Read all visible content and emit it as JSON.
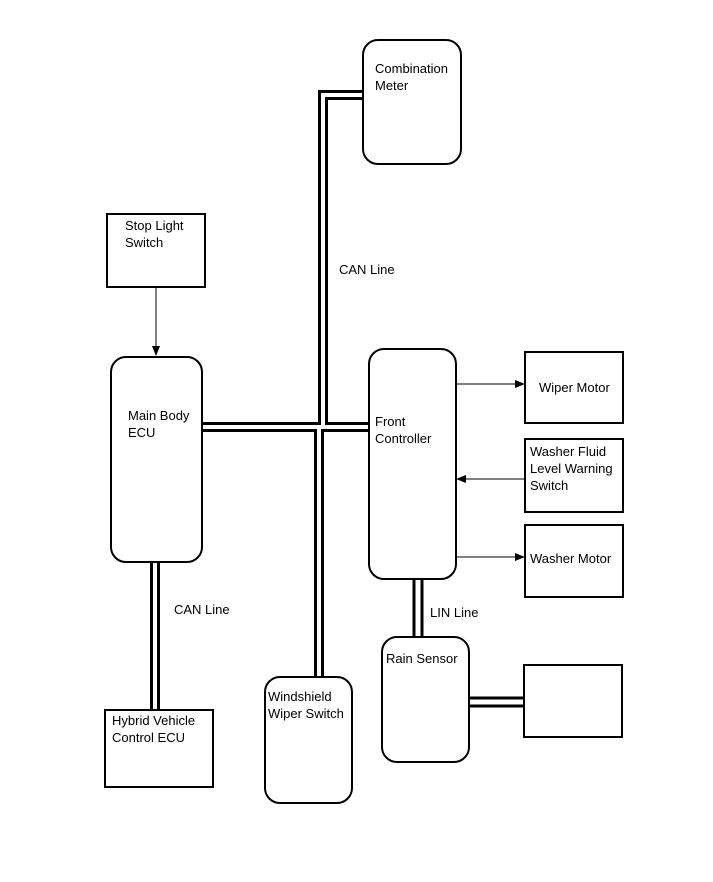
{
  "nodes": {
    "combination_meter": "Combination\nMeter",
    "stop_light_switch": "Stop Light\nSwitch",
    "main_body_ecu": "Main Body\nECU",
    "front_controller": "Front\nController",
    "wiper_motor": "Wiper Motor",
    "washer_fluid_switch": "Washer Fluid\nLevel Warning\nSwitch",
    "washer_motor": "Washer Motor",
    "rain_sensor": "Rain Sensor",
    "hybrid_vehicle_ecu": "Hybrid Vehicle\nControl ECU",
    "windshield_wiper_switch": "Windshield\nWiper Switch",
    "unlabeled_box": ""
  },
  "wires": {
    "can_line_top": "CAN Line",
    "can_line_bottom": "CAN Line",
    "lin_line": "LIN Line"
  },
  "colors": {
    "stroke": "#000000",
    "background": "#ffffff"
  }
}
